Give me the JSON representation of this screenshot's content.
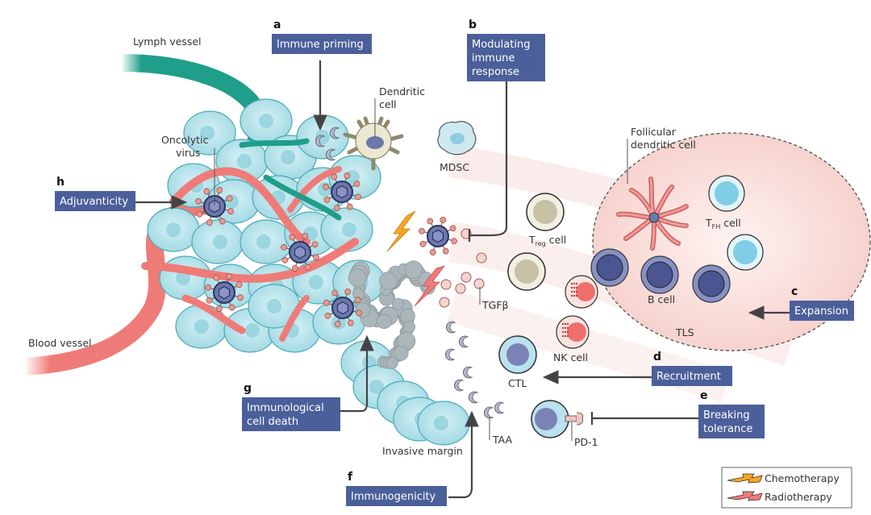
{
  "colors": {
    "box": "#4b5f9a",
    "tumor_cell": "#aee0e8",
    "tumor_edge": "#4aa9b7",
    "blood": "#ef7b78",
    "lymph": "#1f9e8a",
    "virus": "#6c78ad",
    "dying": "#aab6ba",
    "tls": "#f9dcd8"
  },
  "mechanisms": [
    {
      "letter": "a",
      "label_lines": [
        "Immune priming"
      ]
    },
    {
      "letter": "b",
      "label_lines": [
        "Modulating",
        "immune",
        "response"
      ]
    },
    {
      "letter": "c",
      "label_lines": [
        "Expansion"
      ]
    },
    {
      "letter": "d",
      "label_lines": [
        "Recruitment"
      ]
    },
    {
      "letter": "e",
      "label_lines": [
        "Breaking",
        "tolerance"
      ]
    },
    {
      "letter": "f",
      "label_lines": [
        "Immunogenicity"
      ]
    },
    {
      "letter": "g",
      "label_lines": [
        "Immunological",
        "cell death"
      ]
    },
    {
      "letter": "h",
      "label_lines": [
        "Adjuvanticity"
      ]
    }
  ],
  "labels": {
    "lymph_vessel": "Lymph vessel",
    "blood_vessel": "Blood vessel",
    "oncolytic_virus_1": "Oncolytic",
    "oncolytic_virus_2": "virus",
    "dendritic_cell_1": "Dendritic",
    "dendritic_cell_2": "cell",
    "mdsc": "MDSC",
    "follicular_1": "Follicular",
    "follicular_2": "dendritic cell",
    "treg_main": "T",
    "treg_sub": "reg",
    "treg_suffix": " cell",
    "tfh_main": "T",
    "tfh_sub": "FH",
    "tfh_suffix": " cell",
    "b_cell": "B cell",
    "tls": "TLS",
    "tgfb": "TGFβ",
    "nk_cell": "NK cell",
    "ctl": "CTL",
    "pd1": "PD-1",
    "taa": "TAA",
    "invasive_margin": "Invasive margin"
  },
  "legend": {
    "items": [
      {
        "name": "Chemotherapy",
        "color": "#f4a623"
      },
      {
        "name": "Radiotherapy",
        "color": "#f07b7b"
      }
    ]
  }
}
